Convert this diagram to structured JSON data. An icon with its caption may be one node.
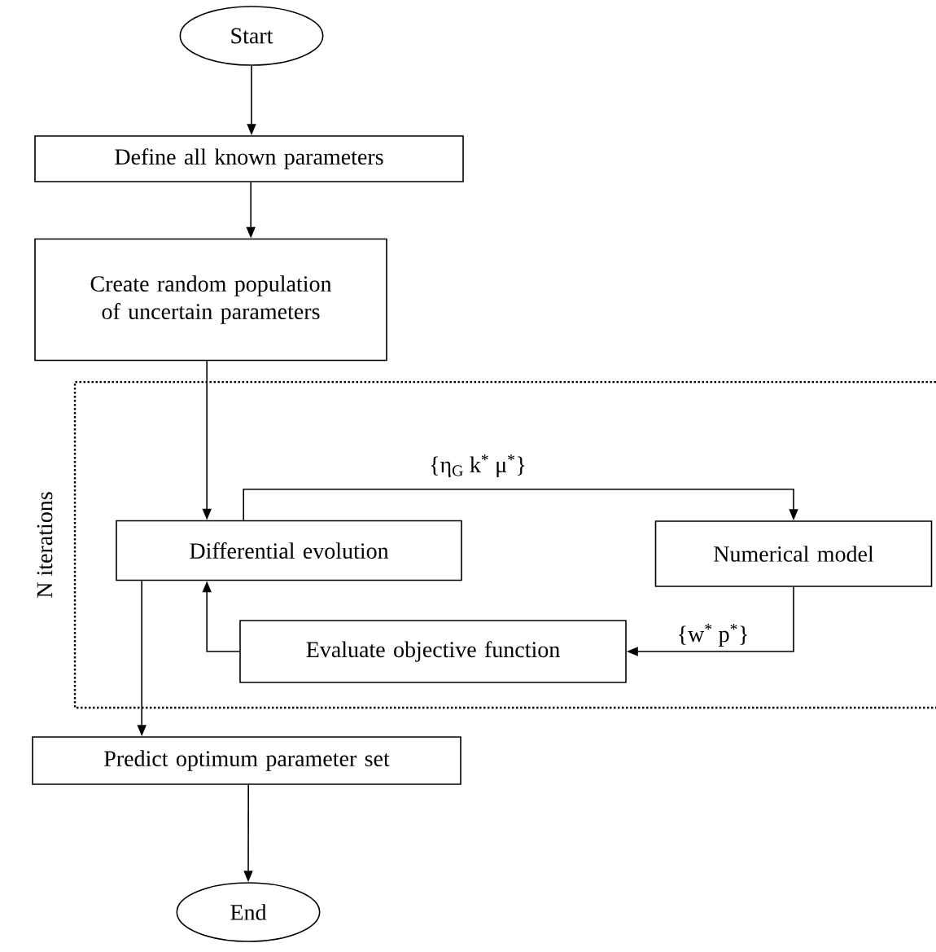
{
  "diagram": {
    "nodes": [
      {
        "text": [
          "Start"
        ]
      },
      {
        "text": [
          "Define all known parameters"
        ]
      },
      {
        "text": [
          "Create random population of uncertain parameters"
        ]
      },
      {
        "text": [
          "N iterations"
        ]
      },
      {
        "text": [
          "Differential evolution"
        ],
        "in": 3
      },
      {
        "text": [
          "Numerical model"
        ],
        "in": 3
      },
      {
        "text": [
          "Evaluate objective function"
        ],
        "in": 3
      },
      {
        "text": [
          "Predict optimum parameter set"
        ]
      },
      {
        "text": [
          "End"
        ]
      }
    ],
    "edges": [
      {
        "from": 0,
        "to": 1,
        "arrow": "to"
      },
      {
        "from": 1,
        "to": 2,
        "arrow": "to"
      },
      {
        "from": 2,
        "to": 4,
        "arrow": "to"
      },
      {
        "from": 4,
        "to": 5,
        "arrow": "to",
        "label": "{η$_{G}$ k$^{*}$ μ$^{*}$}"
      },
      {
        "from": 5,
        "to": 6,
        "arrow": "to",
        "label": "{w$^{*}$ p$^{*}$}"
      },
      {
        "from": 6,
        "to": 4,
        "arrow": "to"
      },
      {
        "from": 4,
        "to": 7,
        "arrow": "to"
      },
      {
        "from": 7,
        "to": 8,
        "arrow": "to"
      }
    ]
  }
}
